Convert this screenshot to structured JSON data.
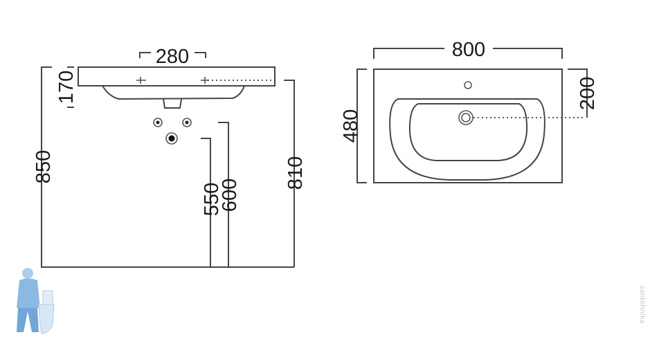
{
  "side_view": {
    "dimensions": {
      "tap_spacing": "280",
      "basin_height": "170",
      "total_height": "850",
      "basin_top_height": "810",
      "upper_connection_height": "600",
      "drain_connection_height": "550"
    }
  },
  "top_view": {
    "dimensions": {
      "width": "800",
      "depth": "480",
      "drain_offset": "200"
    }
  },
  "watermark": {
    "text": "santehnika"
  },
  "colors": {
    "line": "#444444",
    "text": "#1a1a1a",
    "logo": "#6fa8dc"
  }
}
